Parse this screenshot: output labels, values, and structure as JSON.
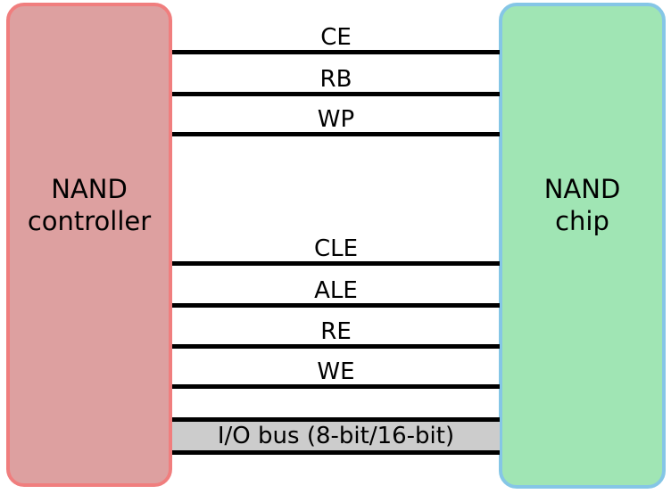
{
  "diagram": {
    "left_box": {
      "label": "NAND\ncontroller",
      "fill": "#dda0a0",
      "border": "#f07e7e"
    },
    "right_box": {
      "label": "NAND\nchip",
      "fill": "#a0e5b4",
      "border": "#85c6e6"
    },
    "signals": [
      {
        "label": "CE"
      },
      {
        "label": "RB"
      },
      {
        "label": "WP"
      },
      {
        "label": "CLE"
      },
      {
        "label": "ALE"
      },
      {
        "label": "RE"
      },
      {
        "label": "WE"
      }
    ],
    "bus": {
      "label": "I/O bus (8-bit/16-bit)",
      "fill": "#cccccc"
    },
    "wire_color": "#000000"
  }
}
